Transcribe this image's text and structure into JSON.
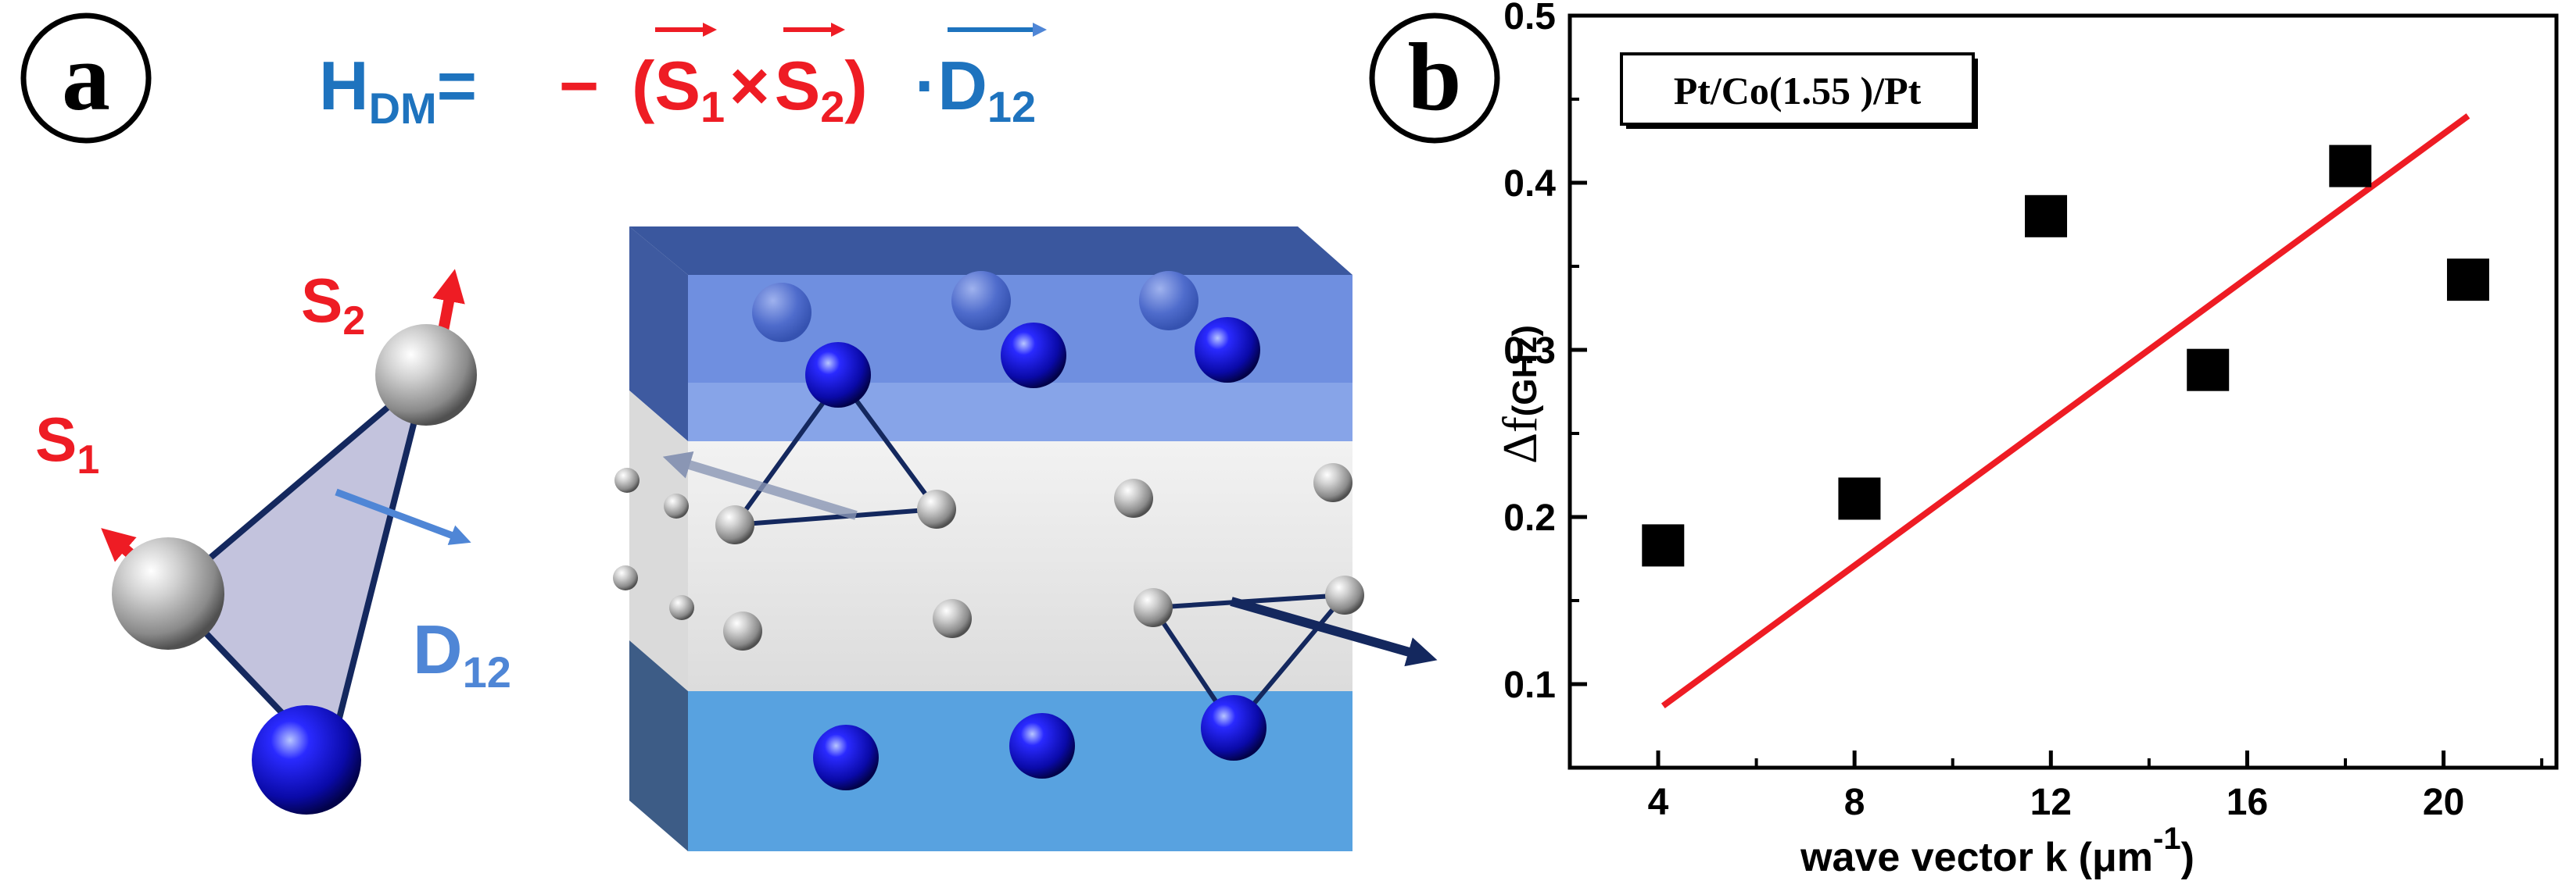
{
  "panel_a": {
    "label": "a",
    "equation": {
      "lhs": "H",
      "lhs_sub": "DM",
      "equals": "=",
      "minus": "−",
      "open_paren": "(",
      "s1": "S",
      "s1_sub": "1",
      "cross": "×",
      "s2": "S",
      "s2_sub": "2",
      "close_paren": ")",
      "dot": "·",
      "d": "D",
      "d_sub": "12"
    },
    "labels": {
      "s1": "S",
      "s1_sub": "1",
      "s2": "S",
      "s2_sub": "2",
      "d12": "D",
      "d12_sub": "12"
    },
    "colors": {
      "red": "#ee1c24",
      "blue": "#1e73be",
      "d_blue": "#4f86d6",
      "navy": "#14285e",
      "atom_blue": "#1010c8",
      "atom_grey": "#b4b4b4"
    }
  },
  "panel_b": {
    "label": "b",
    "legend_box": "Pt/Co(1.55 )/Pt"
  },
  "chart_data": {
    "type": "scatter",
    "xlabel": "wave vector k (μm",
    "xlabel_sup": "-1",
    "xlabel_close": ")",
    "ylabel": "Δf",
    "ylabel_unit": "(GHz)",
    "xlim": [
      2.2,
      22.3
    ],
    "ylim": [
      0.05,
      0.5
    ],
    "xticks": [
      4,
      8,
      12,
      16,
      20
    ],
    "yticks": [
      0.1,
      0.2,
      0.3,
      0.4,
      0.5
    ],
    "points": [
      {
        "x": 4.1,
        "y": 0.183
      },
      {
        "x": 8.1,
        "y": 0.211
      },
      {
        "x": 11.9,
        "y": 0.38
      },
      {
        "x": 15.2,
        "y": 0.288
      },
      {
        "x": 18.1,
        "y": 0.41
      },
      {
        "x": 20.5,
        "y": 0.342
      }
    ],
    "fit_line": {
      "x": [
        4.1,
        20.5
      ],
      "y": [
        0.087,
        0.44
      ]
    },
    "colors": {
      "points": "#000000",
      "fit": "#ee1c24"
    }
  }
}
